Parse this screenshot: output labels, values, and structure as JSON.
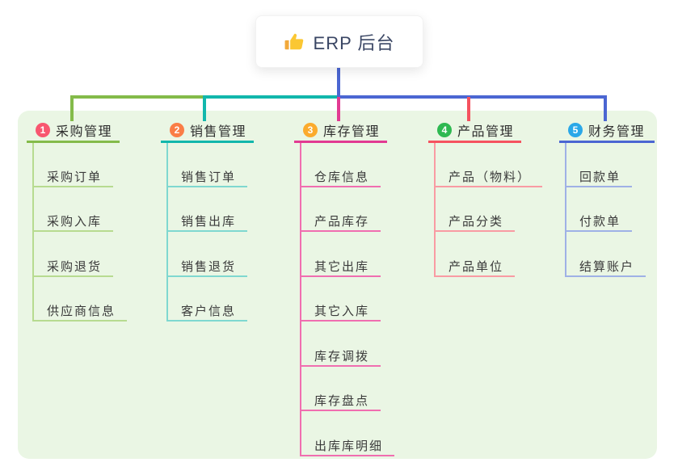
{
  "root": {
    "label": "ERP 后台",
    "icon": "thumbs-up-icon"
  },
  "branches": [
    {
      "num": "1",
      "label": "采购管理",
      "badge_color": "#f8566f",
      "line_color": "#84bb4a",
      "child_line_color": "#b7db90",
      "children": [
        "采购订单",
        "采购入库",
        "采购退货",
        "供应商信息"
      ]
    },
    {
      "num": "2",
      "label": "销售管理",
      "badge_color": "#fa7d46",
      "line_color": "#12b7ac",
      "child_line_color": "#7fd8d0",
      "children": [
        "销售订单",
        "销售出库",
        "销售退货",
        "客户信息"
      ]
    },
    {
      "num": "3",
      "label": "库存管理",
      "badge_color": "#fbab2d",
      "line_color": "#e23a92",
      "child_line_color": "#f06eb0",
      "children": [
        "仓库信息",
        "产品库存",
        "其它出库",
        "其它入库",
        "库存调拨",
        "库存盘点",
        "出库库明细"
      ]
    },
    {
      "num": "4",
      "label": "产品管理",
      "badge_color": "#2eb951",
      "line_color": "#f5525f",
      "child_line_color": "#f99ba3",
      "children": [
        "产品（物料）",
        "产品分类",
        "产品单位"
      ]
    },
    {
      "num": "5",
      "label": "财务管理",
      "badge_color": "#2aa8e8",
      "line_color": "#4b66d2",
      "child_line_color": "#9fb1e6",
      "children": [
        "回款单",
        "付款单",
        "结算账户"
      ]
    }
  ],
  "canvas": {
    "background": "#ffffff",
    "panel_background": "#eaf6e4",
    "root_stem_color": "#4b66d2"
  }
}
